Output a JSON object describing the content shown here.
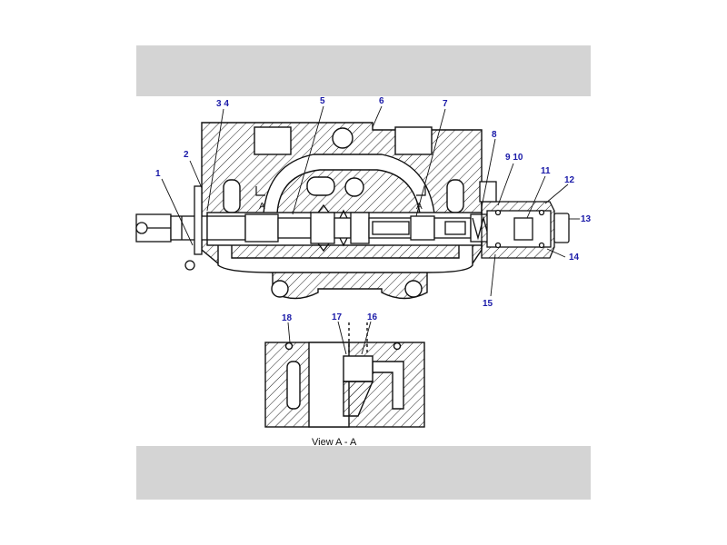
{
  "diagram": {
    "view_caption": "View  A - A",
    "section_marks": [
      "A",
      "A"
    ],
    "callouts": [
      {
        "id": "c1",
        "text": "1"
      },
      {
        "id": "c2",
        "text": "2"
      },
      {
        "id": "c34",
        "text": "3 4"
      },
      {
        "id": "c5",
        "text": "5"
      },
      {
        "id": "c6",
        "text": "6"
      },
      {
        "id": "c7",
        "text": "7"
      },
      {
        "id": "c8",
        "text": "8"
      },
      {
        "id": "c910",
        "text": "9  10"
      },
      {
        "id": "c11",
        "text": "11"
      },
      {
        "id": "c12",
        "text": "12"
      },
      {
        "id": "c13",
        "text": "13"
      },
      {
        "id": "c14",
        "text": "14"
      },
      {
        "id": "c15",
        "text": "15"
      },
      {
        "id": "c16",
        "text": "16"
      },
      {
        "id": "c17",
        "text": "17"
      },
      {
        "id": "c18",
        "text": "18"
      }
    ],
    "colors": {
      "callout": "#1a1aa8",
      "line": "#111111",
      "band": "#d4d4d4"
    }
  }
}
